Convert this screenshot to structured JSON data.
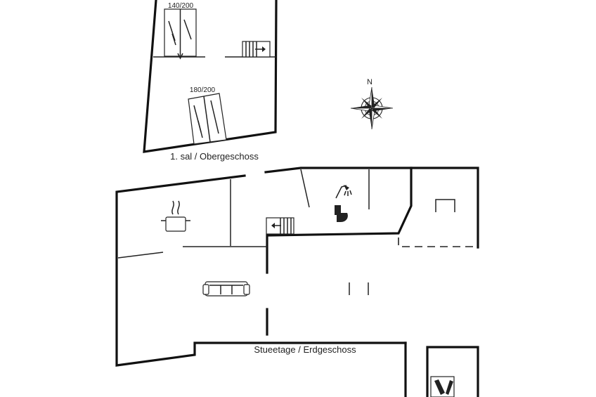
{
  "floors": {
    "upper": {
      "name": "1. sal / Obergeschoss"
    },
    "ground": {
      "name": "Stueetage / Erdgeschoss"
    }
  },
  "beds": [
    {
      "size": "140/200"
    },
    {
      "size": "180/200"
    }
  ],
  "compass": {
    "north_label": "N"
  }
}
